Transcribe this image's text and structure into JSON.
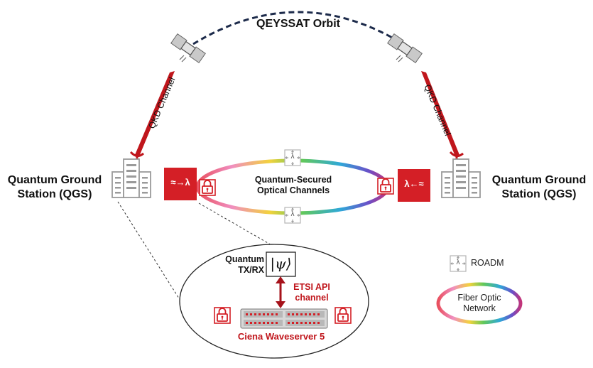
{
  "orbit": {
    "label": "QEYSSAT Orbit"
  },
  "qkd": {
    "left_label": "QKD Channel",
    "right_label": "QKD Channel"
  },
  "stations": {
    "left": {
      "line1": "Quantum Ground",
      "line2": "Station (QGS)"
    },
    "right": {
      "line1": "Quantum Ground",
      "line2": "Station (QGS)"
    }
  },
  "ring": {
    "line1": "Quantum-Secured",
    "line2": "Optical Channels"
  },
  "converters": {
    "left_symbol": "≈→λ",
    "right_symbol": "λ←≈"
  },
  "roadm": {
    "symbol": "λ"
  },
  "detail": {
    "quantum_line1": "Quantum",
    "quantum_line2": "TX/RX",
    "ket_symbol": "|ψ⟩",
    "api_line1": "ETSI API",
    "api_line2": "channel",
    "device_label": "Ciena Waveserver 5"
  },
  "legend": {
    "roadm_label": "ROADM",
    "fiber_line1": "Fiber Optic",
    "fiber_line2": "Network"
  },
  "colors": {
    "accent_red": "#d41f26",
    "dark_red": "#a6121a",
    "gray": "#9a9a9a",
    "navy": "#1c2a4a"
  }
}
